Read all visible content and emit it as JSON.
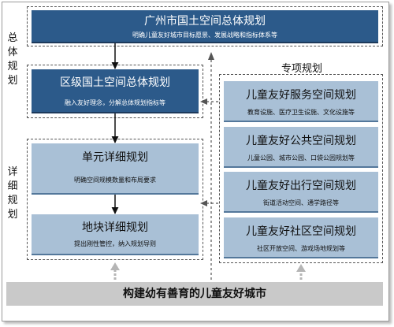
{
  "side_labels": {
    "overall": [
      "总",
      "体",
      "规",
      "划"
    ],
    "detailed": [
      "详",
      "细",
      "规",
      "划"
    ]
  },
  "overall": {
    "city_plan": {
      "title": "广州市国土空间总体规划",
      "subtitle": "明确儿童友好城市目标愿景、发展战略和指标体系等"
    },
    "district_plan": {
      "title": "区级国土空间总体规划",
      "subtitle": "融入友好理念，分解总体规划指标等"
    }
  },
  "detailed": {
    "unit_plan": {
      "title": "单元详细规划",
      "subtitle": "明确空间规模数量和布局要求"
    },
    "plot_plan": {
      "title": "地块详细规划",
      "subtitle": "提出刚性管控，纳入规划导则"
    }
  },
  "special": {
    "title": "专项规划",
    "items": [
      {
        "title": "儿童友好服务空间规划",
        "subtitle": "教育设施、医疗卫生设施、文化设施等"
      },
      {
        "title": "儿童友好公共空间规划",
        "subtitle": "儿童公园、城市公园、口袋公园规划等"
      },
      {
        "title": "儿童友好出行空间规划",
        "subtitle": "街道活动空间、通学路径等"
      },
      {
        "title": "儿童友好社区空间规划",
        "subtitle": "社区开放空间、游戏场地规划等"
      }
    ]
  },
  "foundation": {
    "label": "构建幼有善育的儿童友好城市"
  },
  "colors": {
    "dark_box": "#2c5a8a",
    "light_box": "#a9c0d6",
    "foundation": "#c9c9c9",
    "up_arrow": "#b5b5b5"
  }
}
